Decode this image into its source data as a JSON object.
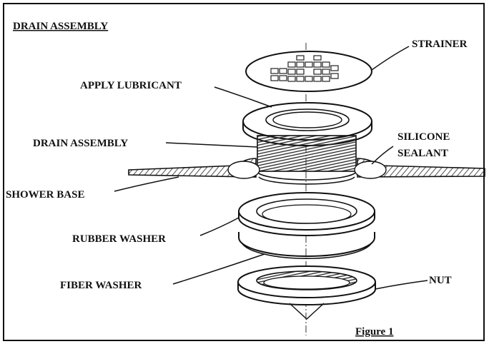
{
  "diagram": {
    "title": "DRAIN ASSEMBLY",
    "figure_caption": "Figure 1",
    "labels": {
      "strainer": "STRAINER",
      "apply_lubricant": "APPLY LUBRICANT",
      "drain_assembly": "DRAIN ASSEMBLY",
      "silicone_line1": "SILICONE",
      "silicone_line2": "SEALANT",
      "shower_base": "SHOWER BASE",
      "rubber_washer": "RUBBER WASHER",
      "fiber_washer": "FIBER WASHER",
      "nut": "NUT"
    }
  }
}
